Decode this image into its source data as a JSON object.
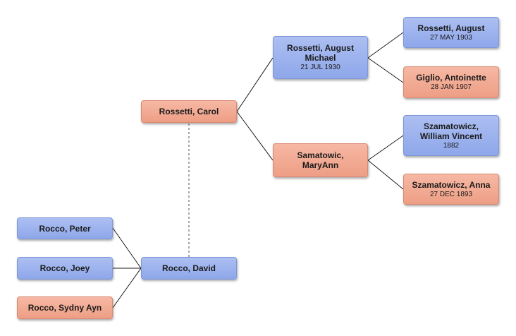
{
  "people": {
    "carol": {
      "name": "Rossetti, Carol"
    },
    "august_michael": {
      "name": "Rossetti, August Michael",
      "date": "21 JUL 1930"
    },
    "maryann": {
      "name": "Samatowic, MaryAnn"
    },
    "august": {
      "name": "Rossetti, August",
      "date": "27 MAY 1903"
    },
    "antoinette": {
      "name": "Giglio, Antoinette",
      "date": "28 JAN 1907"
    },
    "william": {
      "name": "Szamatowicz, William Vincent",
      "date": "1882"
    },
    "anna": {
      "name": "Szamatowicz, Anna",
      "date": "27 DEC 1893"
    },
    "david": {
      "name": "Rocco, David"
    },
    "peter": {
      "name": "Rocco, Peter"
    },
    "joey": {
      "name": "Rocco, Joey"
    },
    "sydny": {
      "name": "Rocco, Sydny Ayn"
    }
  },
  "colors": {
    "male": "#9bb2ee",
    "female": "#f2aa93",
    "line": "#1a1a1a",
    "spouse_line": "#888888"
  }
}
